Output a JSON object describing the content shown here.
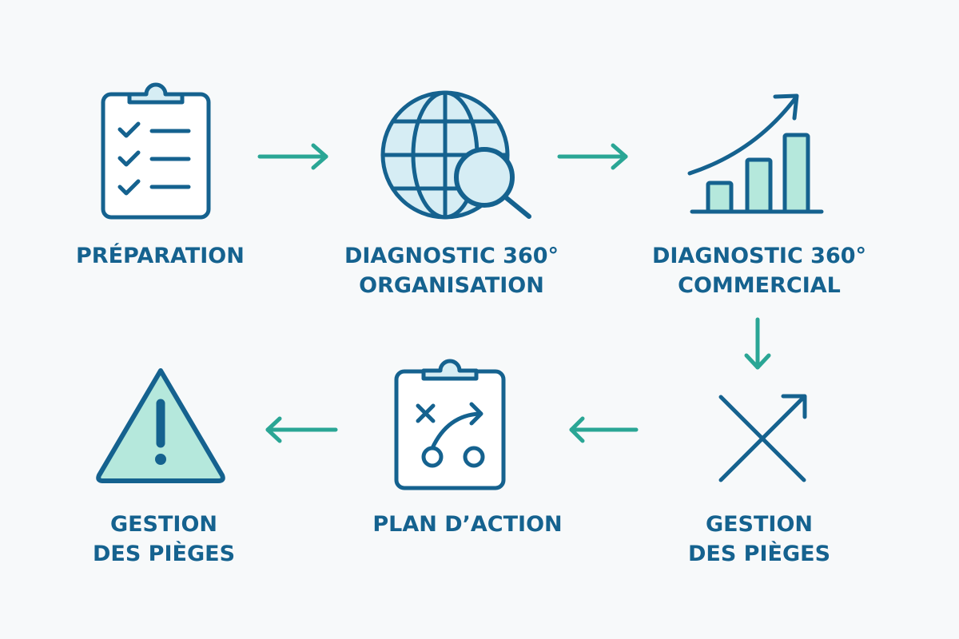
{
  "diagram": {
    "type": "process-flow",
    "colors": {
      "primary": "#15628f",
      "arrow": "#2aa695",
      "fill_light_blue": "#d6edf4",
      "fill_mint": "#b5e8dc",
      "background": "#f7f9fa"
    },
    "steps": [
      {
        "id": "preparation",
        "icon": "clipboard-checklist-icon",
        "lines": [
          "PRÉPARATION"
        ]
      },
      {
        "id": "diag-org",
        "icon": "globe-magnifier-icon",
        "lines": [
          "DIAGNOSTIC 360°",
          "ORGANISATION"
        ]
      },
      {
        "id": "diag-com",
        "icon": "bar-chart-growth-icon",
        "lines": [
          "DIAGNOSTIC 360°",
          "COMMERCIAL"
        ]
      },
      {
        "id": "gestion-1",
        "icon": "crossing-arrows-icon",
        "lines": [
          "GESTION",
          "DES PIÈGES"
        ]
      },
      {
        "id": "plan",
        "icon": "clipboard-strategy-icon",
        "lines": [
          "PLAN D’ACTION"
        ]
      },
      {
        "id": "gestion-2",
        "icon": "warning-triangle-icon",
        "lines": [
          "GESTION",
          "DES PIÈGES"
        ]
      }
    ],
    "connectors": [
      {
        "from": "preparation",
        "to": "diag-org",
        "direction": "right"
      },
      {
        "from": "diag-org",
        "to": "diag-com",
        "direction": "right"
      },
      {
        "from": "diag-com",
        "to": "gestion-1",
        "direction": "down"
      },
      {
        "from": "gestion-1",
        "to": "plan",
        "direction": "left"
      },
      {
        "from": "plan",
        "to": "gestion-2",
        "direction": "left"
      }
    ]
  }
}
